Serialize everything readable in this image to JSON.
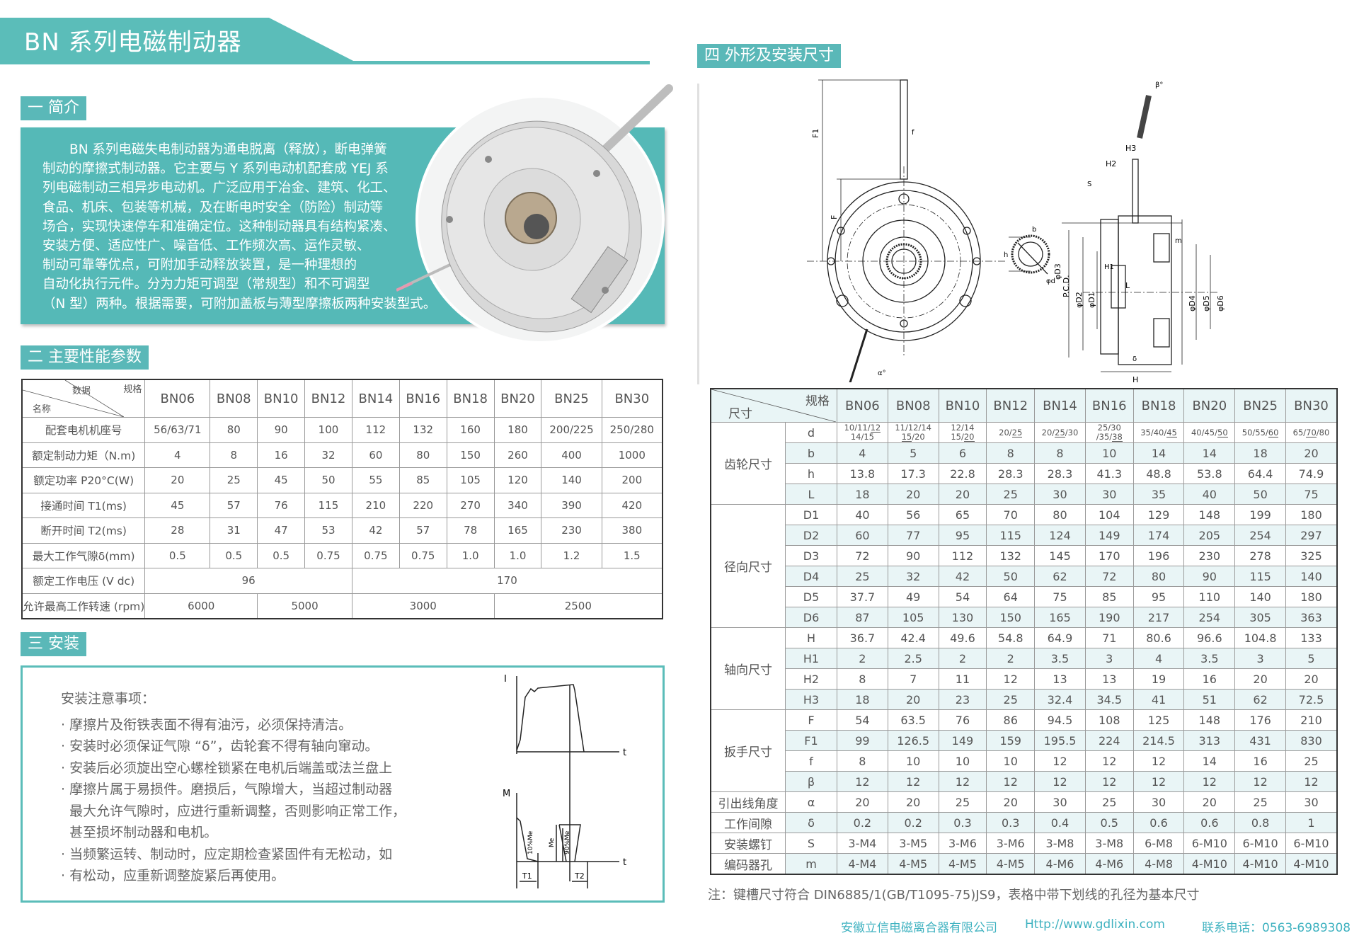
{
  "title": "BN 系列电磁制动器",
  "sections": {
    "intro": "一 简介",
    "params": "二 主要性能参数",
    "install": "三 安装",
    "dims": "四 外形及安装尺寸"
  },
  "intro_lines": [
    "BN 系列电磁失电制动器为通电脱离（释放），断电弹簧",
    "制动的摩擦式制动器。它主要与 Y 系列电动机配套成 YEJ 系",
    "列电磁制动三相异步电动机。广泛应用于冶金、建筑、化工、",
    "食品、机床、包装等机械，及在断电时安全（防险）制动等",
    "场合，实现快速停车和准确定位。这种制动器具有结构紧凑、",
    "安装方便、适应性广、噪音低、工作频次高、运作灵敏、",
    "制动可靠等优点，可附加手动释放装置，是一种理想的",
    "自动化执行元件。分为力矩可调型（常规型）和不可调型",
    "（N 型）两种。根据需要，可附加盖板与薄型摩擦板两种安装型式。"
  ],
  "left_table": {
    "corner": {
      "spec": "规格",
      "data": "数据",
      "name": "名称"
    },
    "models": [
      "BN06",
      "BN08",
      "BN10",
      "BN12",
      "BN14",
      "BN16",
      "BN18",
      "BN20",
      "BN25",
      "BN30"
    ],
    "rows": [
      {
        "name": "配套电机机座号",
        "values": [
          "56/63/71",
          "80",
          "90",
          "100",
          "112",
          "132",
          "160",
          "180",
          "200/225",
          "250/280"
        ]
      },
      {
        "name": "额定制动力矩（N.m)",
        "values": [
          "4",
          "8",
          "16",
          "32",
          "60",
          "80",
          "150",
          "260",
          "400",
          "1000"
        ]
      },
      {
        "name": "额定功率 P20°C(W)",
        "values": [
          "20",
          "25",
          "45",
          "50",
          "55",
          "85",
          "105",
          "120",
          "140",
          "200"
        ]
      },
      {
        "name": "接通时间 T1(ms)",
        "values": [
          "45",
          "57",
          "76",
          "115",
          "210",
          "220",
          "270",
          "340",
          "390",
          "420"
        ]
      },
      {
        "name": "断开时间 T2(ms)",
        "values": [
          "28",
          "31",
          "47",
          "53",
          "42",
          "57",
          "78",
          "165",
          "230",
          "380"
        ]
      },
      {
        "name": "最大工作气隙δ(mm)",
        "values": [
          "0.5",
          "0.5",
          "0.5",
          "0.75",
          "0.75",
          "0.75",
          "1.0",
          "1.0",
          "1.2",
          "1.5"
        ]
      }
    ],
    "voltage": {
      "name": "额定工作电压 (V dc)",
      "cells": [
        {
          "value": "96",
          "span": 4
        },
        {
          "value": "170",
          "span": 6
        }
      ]
    },
    "speed": {
      "name": "允许最高工作转速 (rpm)",
      "cells": [
        {
          "value": "6000",
          "span": 2
        },
        {
          "value": "5000",
          "span": 2
        },
        {
          "value": "3000",
          "span": 3
        },
        {
          "value": "2500",
          "span": 3
        }
      ]
    }
  },
  "install": {
    "heading": "安装注意事项：",
    "lines": [
      "· 摩擦片及衔铁表面不得有油污，必须保持清洁。",
      "· 安装时必须保证气隙 “δ”，齿轮套不得有轴向窜动。",
      "· 安装后必须旋出空心螺栓锁紧在电机后端盖或法兰盘上",
      "· 摩擦片属于易损件。磨损后，气隙增大，当超过制动器",
      "  最大允许气隙时，应进行重新调整，否则影响正常工作，",
      "  甚至损坏制动器和电机。",
      "· 当频繁运转、制动时，应定期检查紧固件有无松动，如",
      "· 有松动，应重新调整旋紧后再使用。"
    ],
    "graph_labels": {
      "I": "I",
      "t1": "t",
      "M": "M",
      "t2": "t",
      "T1": "T1",
      "T2": "T2",
      "p10": "10%Me",
      "me": "Me",
      "p90": "90%Me"
    }
  },
  "drawing_labels": {
    "F1": "F1",
    "F": "F",
    "f": "f",
    "alpha": "α°",
    "b": "b",
    "h": "h",
    "d": "φd",
    "beta": "β°",
    "H3": "H3",
    "H2": "H2",
    "S": "S",
    "m": "m",
    "H1": "H1",
    "L": "L",
    "delta": "δ",
    "H": "H",
    "D3": "φD3",
    "PCD": "P.C.D.",
    "D2": "φD2",
    "D1": "φD1",
    "D4": "φD4",
    "D5": "φD5",
    "D6": "φD6"
  },
  "right_table": {
    "corner": {
      "spec": "规格",
      "dim": "尺寸"
    },
    "models": [
      "BN06",
      "BN08",
      "BN10",
      "BN12",
      "BN14",
      "BN16",
      "BN18",
      "BN20",
      "BN25",
      "BN30"
    ],
    "d_row": {
      "key": "d",
      "cells": [
        {
          "lines": [
            "10/11/12",
            "14/15"
          ],
          "base": "12"
        },
        {
          "lines": [
            "11/12/14",
            "15/20"
          ],
          "base": "15"
        },
        {
          "lines": [
            "12/14",
            "15/20"
          ],
          "base": "20"
        },
        {
          "lines": [
            "20/25"
          ],
          "base": "25"
        },
        {
          "lines": [
            "20/25/30"
          ],
          "base": "25"
        },
        {
          "lines": [
            "25/30",
            "/35/38"
          ],
          "base": "38"
        },
        {
          "lines": [
            "35/40/45"
          ],
          "base": "45"
        },
        {
          "lines": [
            "40/45/50"
          ],
          "base": "50"
        },
        {
          "lines": [
            "50/55/60"
          ],
          "base": "60"
        },
        {
          "lines": [
            "65/70/80"
          ],
          "base": "70"
        }
      ]
    },
    "groups": [
      {
        "name": "齿轮尺寸",
        "rows": [
          {
            "key": "b",
            "values": [
              "4",
              "5",
              "6",
              "8",
              "8",
              "10",
              "14",
              "14",
              "18",
              "20"
            ]
          },
          {
            "key": "h",
            "values": [
              "13.8",
              "17.3",
              "22.8",
              "28.3",
              "28.3",
              "41.3",
              "48.8",
              "53.8",
              "64.4",
              "74.9"
            ]
          },
          {
            "key": "L",
            "values": [
              "18",
              "20",
              "20",
              "25",
              "30",
              "30",
              "35",
              "40",
              "50",
              "75"
            ]
          }
        ]
      },
      {
        "name": "径向尺寸",
        "rows": [
          {
            "key": "D1",
            "values": [
              "40",
              "56",
              "65",
              "70",
              "80",
              "104",
              "129",
              "148",
              "199",
              "180"
            ]
          },
          {
            "key": "D2",
            "values": [
              "60",
              "77",
              "95",
              "115",
              "124",
              "149",
              "174",
              "205",
              "254",
              "297"
            ]
          },
          {
            "key": "D3",
            "values": [
              "72",
              "90",
              "112",
              "132",
              "145",
              "170",
              "196",
              "230",
              "278",
              "325"
            ]
          },
          {
            "key": "D4",
            "values": [
              "25",
              "32",
              "42",
              "50",
              "62",
              "72",
              "80",
              "90",
              "115",
              "140"
            ]
          },
          {
            "key": "D5",
            "values": [
              "37.7",
              "49",
              "54",
              "64",
              "75",
              "85",
              "95",
              "110",
              "140",
              "180"
            ]
          },
          {
            "key": "D6",
            "values": [
              "87",
              "105",
              "130",
              "150",
              "165",
              "190",
              "217",
              "254",
              "305",
              "363"
            ]
          }
        ]
      },
      {
        "name": "轴向尺寸",
        "rows": [
          {
            "key": "H",
            "values": [
              "36.7",
              "42.4",
              "49.6",
              "54.8",
              "64.9",
              "71",
              "80.6",
              "96.6",
              "104.8",
              "133"
            ]
          },
          {
            "key": "H1",
            "values": [
              "2",
              "2.5",
              "2",
              "2",
              "3.5",
              "3",
              "4",
              "3.5",
              "3",
              "5"
            ]
          },
          {
            "key": "H2",
            "values": [
              "8",
              "7",
              "11",
              "12",
              "13",
              "13",
              "19",
              "16",
              "20",
              "20"
            ]
          },
          {
            "key": "H3",
            "values": [
              "18",
              "20",
              "23",
              "25",
              "32.4",
              "34.5",
              "41",
              "51",
              "62",
              "72.5"
            ]
          }
        ]
      },
      {
        "name": "扳手尺寸",
        "rows": [
          {
            "key": "F",
            "values": [
              "54",
              "63.5",
              "76",
              "86",
              "94.5",
              "108",
              "125",
              "148",
              "176",
              "210"
            ]
          },
          {
            "key": "F1",
            "values": [
              "99",
              "126.5",
              "149",
              "159",
              "195.5",
              "224",
              "214.5",
              "313",
              "431",
              "830"
            ]
          },
          {
            "key": "f",
            "values": [
              "8",
              "10",
              "10",
              "10",
              "12",
              "12",
              "12",
              "14",
              "16",
              "25"
            ]
          },
          {
            "key": "β",
            "values": [
              "12",
              "12",
              "12",
              "12",
              "12",
              "12",
              "12",
              "12",
              "12",
              "12"
            ]
          }
        ]
      },
      {
        "name": "引出线角度",
        "rows": [
          {
            "key": "α",
            "values": [
              "20",
              "20",
              "25",
              "20",
              "30",
              "25",
              "30",
              "20",
              "25",
              "30"
            ]
          }
        ]
      },
      {
        "name": "工作间隙",
        "rows": [
          {
            "key": "δ",
            "values": [
              "0.2",
              "0.2",
              "0.3",
              "0.3",
              "0.4",
              "0.5",
              "0.6",
              "0.6",
              "0.8",
              "1"
            ]
          }
        ]
      },
      {
        "name": "安装螺钉",
        "rows": [
          {
            "key": "S",
            "values": [
              "3-M4",
              "3-M5",
              "3-M6",
              "3-M6",
              "3-M8",
              "3-M8",
              "6-M8",
              "6-M10",
              "6-M10",
              "6-M10"
            ]
          }
        ]
      },
      {
        "name": "编码器孔",
        "rows": [
          {
            "key": "m",
            "values": [
              "4-M4",
              "4-M5",
              "4-M5",
              "4-M5",
              "4-M6",
              "4-M6",
              "4-M8",
              "4-M10",
              "4-M10",
              "4-M10"
            ]
          }
        ]
      }
    ]
  },
  "note": "注：键槽尺寸符合 DIN6885/1(GB/T1095-75)JS9，表格中带下划线的孔径为基本尺寸",
  "footer": {
    "company": "安徽立信电磁离合器有限公司",
    "url": "Http://www.gdlixin.com",
    "phone": "联系电话：0563-6989308"
  },
  "colors": {
    "accent": "#5bbdb9",
    "text": "#555555",
    "row_alt": "#e9f5f6",
    "footer": "#3fb2c0"
  }
}
